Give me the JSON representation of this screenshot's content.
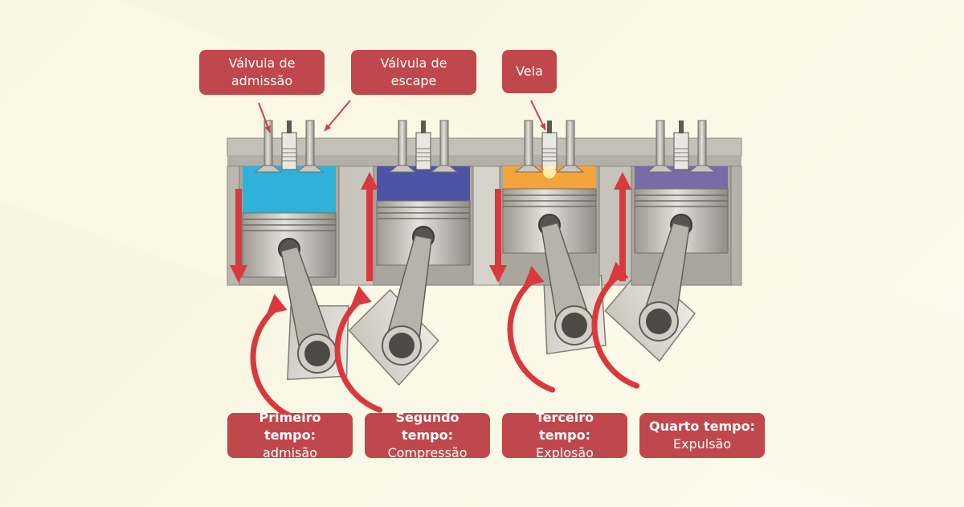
{
  "callouts": {
    "intake_valve": "Válvula de admissão",
    "exhaust_valve": "Válvula de escape",
    "spark_plug": "Vela"
  },
  "strokes": [
    {
      "title": "Primeiro tempo:",
      "subtitle": "admisão",
      "chamber_color": "#2fb2da"
    },
    {
      "title": "Segundo tempo:",
      "subtitle": "Compressão",
      "chamber_color": "#4d54a6"
    },
    {
      "title": "Terceiro tempo:",
      "subtitle": "Explosão",
      "chamber_color": "#f3a43a"
    },
    {
      "title": "Quarto tempo:",
      "subtitle": "Expulsão",
      "chamber_color": "#7a6aa8"
    }
  ],
  "colors": {
    "callout_bg": "#c0474b",
    "arrow": "#d9383d",
    "metal_light": "#d8d6cc",
    "metal_dark": "#8e8c84",
    "block": "#c9c7bd"
  }
}
